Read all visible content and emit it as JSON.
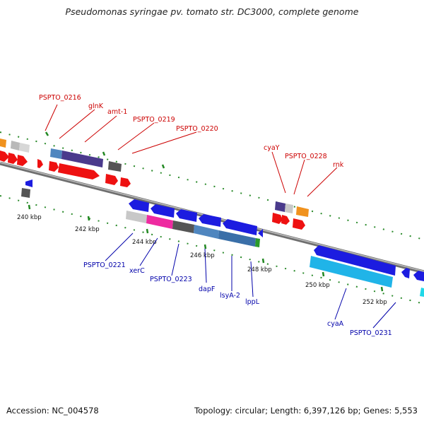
{
  "title": "Pseudomonas syringae pv. tomato str. DC3000, complete genome",
  "accession": "Accession: NC_004578",
  "topology": "Topology: circular; Length: 6,397,126 bp; Genes: 5,553",
  "scale_labels": [
    "240 kbp",
    "242 kbp",
    "244 kbp",
    "246 kbp",
    "248 kbp",
    "250 kbp",
    "252 kbp"
  ],
  "top_labels": [
    "PSPTO_0216",
    "glnK",
    "amt-1",
    "PSPTO_0219",
    "PSPTO_0220",
    "cyaY",
    "PSPTO_0228",
    "rnk"
  ],
  "bottom_labels": [
    "PSPTO_0221",
    "xerC",
    "PSPTO_0223",
    "dapF",
    "lsyA-2",
    "lppL",
    "cyaA",
    "PSPTO_0231"
  ],
  "colors": {
    "forward_label": "#cc0000",
    "reverse_label": "#0000aa",
    "backbone": "#888888",
    "tick": "#228822"
  }
}
